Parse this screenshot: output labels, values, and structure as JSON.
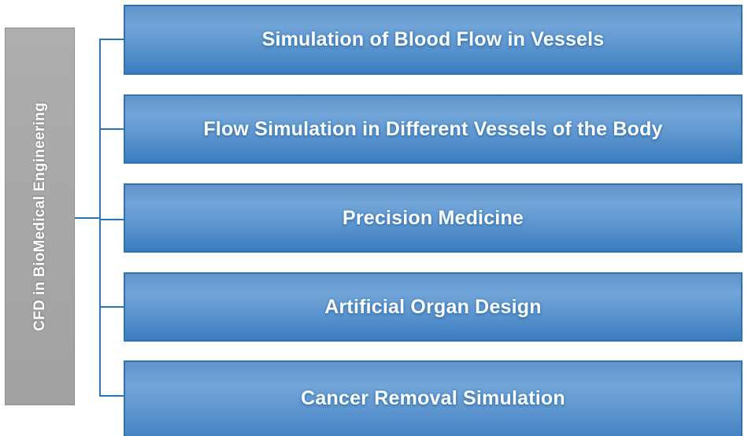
{
  "root": {
    "label": "CFD in BioMedical Engineering"
  },
  "branches": [
    {
      "label": "Simulation of Blood Flow in Vessels"
    },
    {
      "label": "Flow Simulation in Different Vessels of the Body"
    },
    {
      "label": "Precision Medicine"
    },
    {
      "label": "Artificial Organ Design"
    },
    {
      "label": "Cancer Removal Simulation"
    }
  ],
  "colors": {
    "box_fill_top": "#6094ca",
    "box_fill_light": "#72a5d8",
    "box_fill_mid": "#5e96cf",
    "box_fill_bottom": "#3b7cc0",
    "box_border": "#2e74b5",
    "root_fill_top": "#aeaeae",
    "root_fill_bottom": "#a1a1a1",
    "root_border": "#8f8f8f",
    "connector": "#2e75b6",
    "label_color": "#ffffff"
  }
}
